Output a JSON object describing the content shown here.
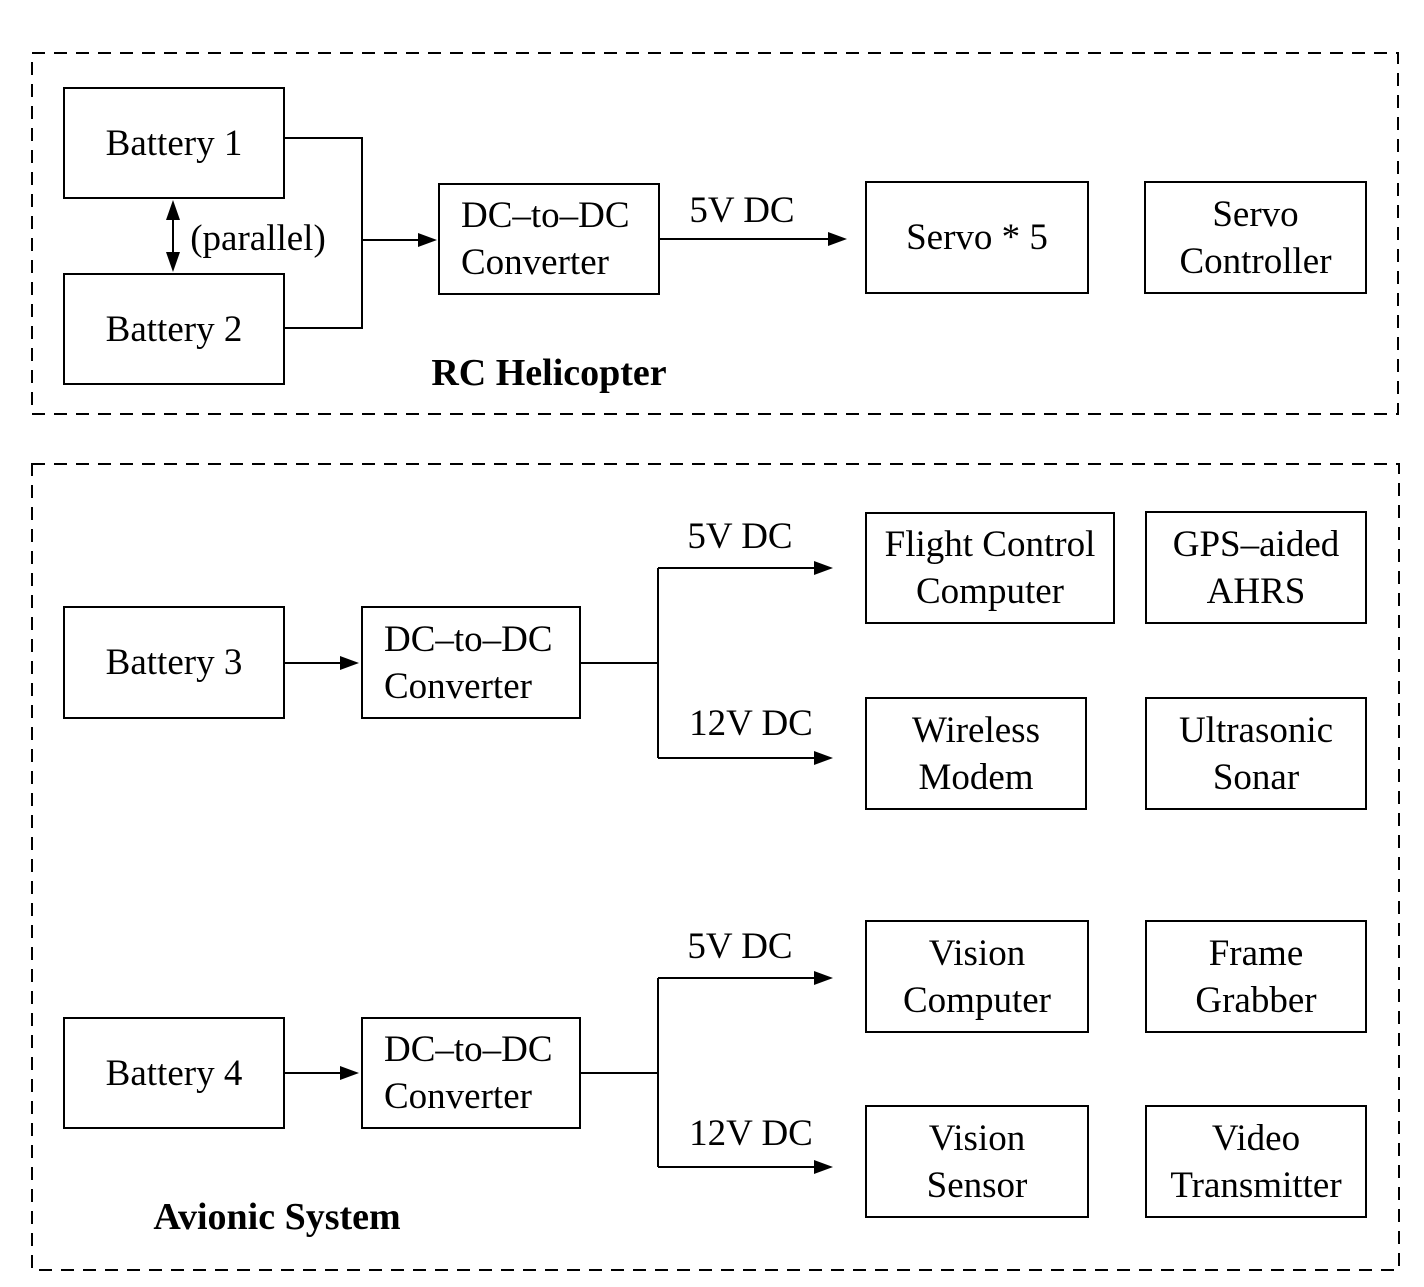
{
  "canvas": {
    "background": "#ffffff",
    "ink": "#000000"
  },
  "rc": {
    "title": "RC Helicopter",
    "battery1": "Battery 1",
    "battery2": "Battery 2",
    "parallel_note": "(parallel)",
    "converter_line1": "DC–to–DC",
    "converter_line2": "Converter",
    "volt_5v": "5V DC",
    "servo": "Servo * 5",
    "servo_controller_line1": "Servo",
    "servo_controller_line2": "Controller"
  },
  "avionic": {
    "title": "Avionic System",
    "group3": {
      "battery": "Battery 3",
      "converter_line1": "DC–to–DC",
      "converter_line2": "Converter",
      "volt_5v": "5V DC",
      "volt_12v": "12V DC",
      "flight_computer_line1": "Flight Control",
      "flight_computer_line2": "Computer",
      "ahrs_line1": "GPS–aided",
      "ahrs_line2": "AHRS",
      "modem_line1": "Wireless",
      "modem_line2": "Modem",
      "sonar_line1": "Ultrasonic",
      "sonar_line2": "Sonar"
    },
    "group4": {
      "battery": "Battery 4",
      "converter_line1": "DC–to–DC",
      "converter_line2": "Converter",
      "volt_5v": "5V DC",
      "volt_12v": "12V DC",
      "vision_computer_line1": "Vision",
      "vision_computer_line2": "Computer",
      "frame_grabber_line1": "Frame",
      "frame_grabber_line2": "Grabber",
      "vision_sensor_line1": "Vision",
      "vision_sensor_line2": "Sensor",
      "video_transmitter_line1": "Video",
      "video_transmitter_line2": "Transmitter"
    }
  }
}
